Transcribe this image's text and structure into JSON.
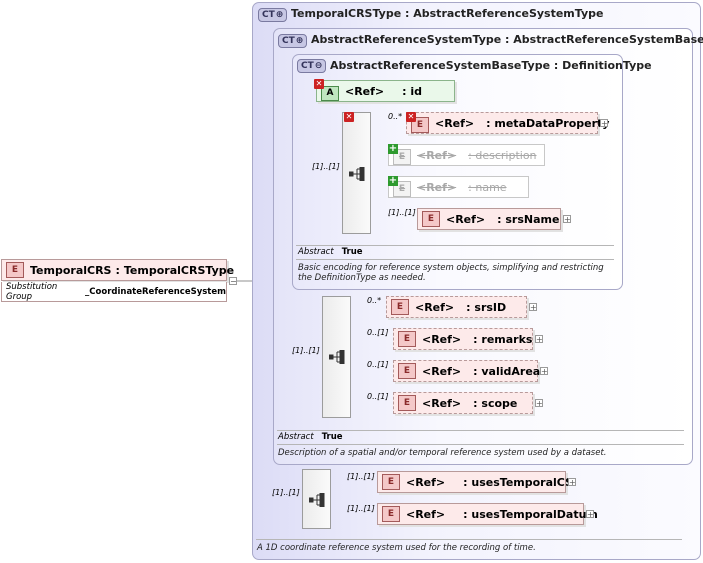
{
  "root": {
    "badge": "E",
    "name": "TemporalCRS",
    "type": "TemporalCRSType",
    "subst_label": "Substitution Group",
    "subst_value": "_CoordinateReferenceSystem"
  },
  "outer_ct": {
    "badge": "CT",
    "name": "TemporalCRSType",
    "base": "AbstractReferenceSystemType",
    "cardinality": "[1]..[1]",
    "note": "A 1D coordinate reference system used for the recording of time.",
    "elements": [
      {
        "ref": "<Ref>",
        "name": "usesTemporalCS",
        "card": "[1]..[1]"
      },
      {
        "ref": "<Ref>",
        "name": "usesTemporalDatum",
        "card": "[1]..[1]"
      }
    ]
  },
  "mid_ct": {
    "badge": "CT",
    "name": "AbstractReferenceSystemType",
    "base": "AbstractReferenceSystemBaseType",
    "cardinality": "[1]..[1]",
    "abstract_label": "Abstract",
    "abstract_value": "True",
    "note": "Description of a spatial and/or temporal reference system used by a dataset.",
    "elements": [
      {
        "ref": "<Ref>",
        "name": "srsID",
        "card": "0..*"
      },
      {
        "ref": "<Ref>",
        "name": "remarks",
        "card": "0..[1]"
      },
      {
        "ref": "<Ref>",
        "name": "validArea",
        "card": "0..[1]"
      },
      {
        "ref": "<Ref>",
        "name": "scope",
        "card": "0..[1]"
      }
    ]
  },
  "inner_ct": {
    "badge": "CT",
    "name": "AbstractReferenceSystemBaseType",
    "base": "DefinitionType",
    "cardinality": "[1]..[1]",
    "abstract_label": "Abstract",
    "abstract_value": "True",
    "note": "Basic encoding for reference system objects, simplifying and restricting the DefinitionType as needed.",
    "attribute": {
      "badge": "A",
      "ref": "<Ref>",
      "name": ": id"
    },
    "elements": [
      {
        "ref": "<Ref>",
        "name": ": metaDataProperty",
        "card": "0..*"
      },
      {
        "ref": "<Ref>",
        "name": ": description",
        "card": ""
      },
      {
        "ref": "<Ref>",
        "name": ": name",
        "card": ""
      },
      {
        "ref": "<Ref>",
        "name": ": srsName",
        "card": "[1]..[1]"
      }
    ]
  },
  "colors": {
    "ct_bg": "#e8e8fa",
    "element_bg": "#fdeaea",
    "element_border": "#b89a9a",
    "removed": "#cc2222",
    "added": "#2e9a2e"
  }
}
